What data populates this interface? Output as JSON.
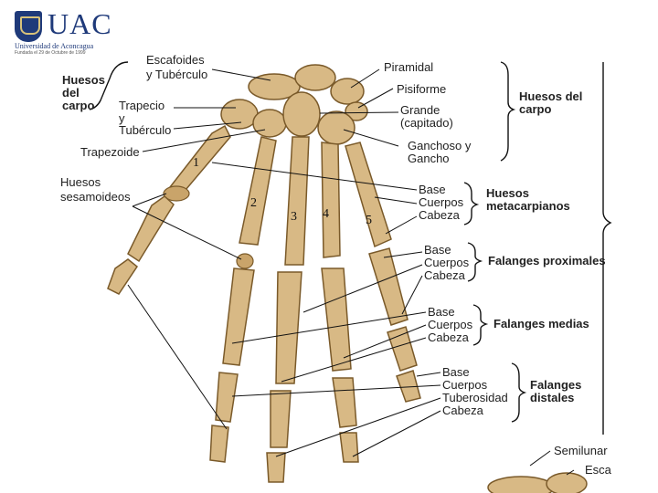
{
  "logo": {
    "name": "UAC",
    "subtitle": "Universidad de Aconcagua",
    "founded": "Fundada el 29 de Octubre de 1999"
  },
  "labels": {
    "escafoides": "Escafoides",
    "tuberculo": "y Tubérculo",
    "piramidal": "Piramidal",
    "pisiforme": "Pisiforme",
    "trapecio": "Trapecio",
    "y": "y",
    "tuberculo2": "Tubérculo",
    "grande": "Grande",
    "capitado": "(capitado)",
    "trapezoide": "Trapezoide",
    "ganchoso": "Ganchoso y",
    "gancho": "Gancho",
    "sesamoideos1": "Huesos",
    "sesamoideos2": "sesamoideos",
    "meta_base": "Base",
    "meta_cuerpos": "Cuerpos",
    "meta_cabeza": "Cabeza",
    "prox_base": "Base",
    "prox_cuerpos": "Cuerpos",
    "prox_cabeza": "Cabeza",
    "med_base": "Base",
    "med_cuerpos": "Cuerpos",
    "med_cabeza": "Cabeza",
    "dist_base": "Base",
    "dist_cuerpos": "Cuerpos",
    "dist_tuberosidad": "Tuberosidad",
    "dist_cabeza": "Cabeza",
    "semilunar": "Semilunar",
    "esca": "Esca"
  },
  "groups": {
    "huesos_del_carpo_left_1": "Huesos",
    "huesos_del_carpo_left_2": "del",
    "huesos_del_carpo_left_3": "carpo",
    "huesos_del_carpo_right_1": "Huesos del",
    "huesos_del_carpo_right_2": "carpo",
    "metacarpianos_1": "Huesos",
    "metacarpianos_2": "metacarpianos",
    "proximales": "Falanges proximales",
    "medias": "Falanges medias",
    "distales_1": "Falanges",
    "distales_2": "distales"
  },
  "numbers": [
    "1",
    "2",
    "3",
    "4",
    "5"
  ],
  "colors": {
    "bone": "#d8b985",
    "outline": "#7a5a2a",
    "logo": "#1f3a7a"
  }
}
